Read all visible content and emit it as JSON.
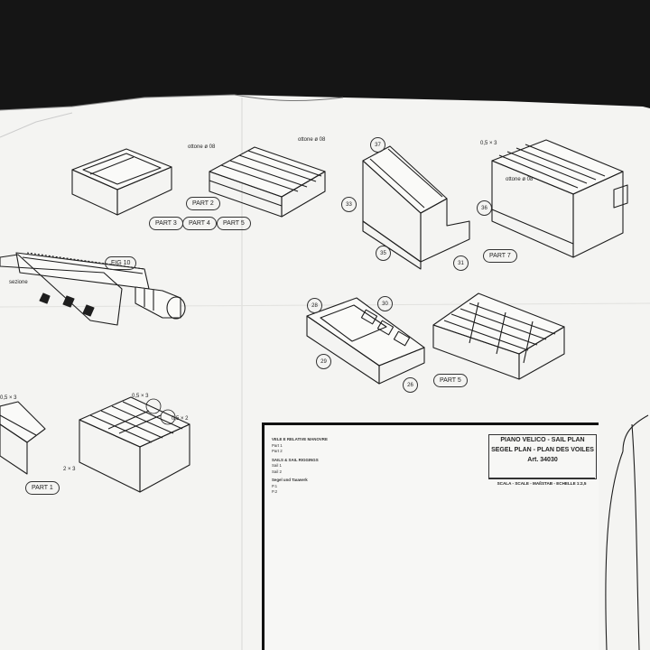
{
  "labels": {
    "part1": "PART 1",
    "part2": "PART 2",
    "part3": "PART 3",
    "part4": "PART 4",
    "part5": "PART 5",
    "part5b": "PART 5",
    "part7": "PART 7",
    "fig10": "FIG 10",
    "sezione": "sezione",
    "ottone1": "ottone ø 08",
    "ottone2": "ottone ø 08",
    "ottone3": "ottone ø 08",
    "dim05x3a": "0,5 × 3",
    "dim05x3b": "0,5 × 3",
    "dim05x3c": "0,5 × 3",
    "dim05x2": "0,5 × 2",
    "dim2x3": "2 × 3",
    "n37": "37",
    "n33": "33",
    "n35": "35",
    "n31": "31",
    "n36": "36",
    "n28": "28",
    "n29": "29",
    "n30": "30",
    "n26": "26"
  },
  "legend": {
    "title_lines": [
      "PIANO VELICO - SAIL PLAN",
      "SEGEL PLAN - PLAN DES VOILES",
      "Art. 34030"
    ],
    "scale": "SCALA - SCALE - MAßSTAB - ECHELLE 1:2,5",
    "sections": [
      {
        "heading": "VELE E RELATIVE MANOVRE",
        "lines": [
          "Part 1",
          "Part 2"
        ]
      },
      {
        "heading": "SAILS & SAIL RIGGINGS",
        "lines": [
          "Sail 1",
          "Sail 2"
        ]
      },
      {
        "heading": "Segel und Tauwerk",
        "lines": [
          "P.1",
          "P.2"
        ]
      }
    ]
  },
  "colors": {
    "paper": "#f4f4f2",
    "ink": "#222222",
    "background": "#111111"
  }
}
